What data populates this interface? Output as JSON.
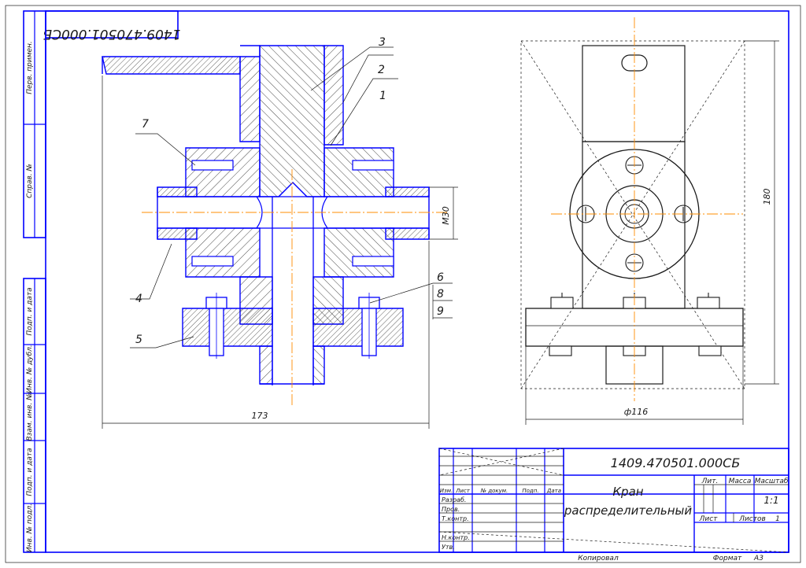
{
  "code_stamp_rotated": "1409.470501.000СБ",
  "left_column": {
    "perv_primen": "Перв. примен.",
    "sprav": "Справ. №",
    "podp_data_1": "Подп. и дата",
    "inv_dubl": "Инв. № дубл.",
    "vzam_inv": "Взам. инв. №",
    "podp_data_2": "Подп. и дата",
    "inv_podl": "Инв. № подл."
  },
  "callouts": [
    "1",
    "2",
    "3",
    "4",
    "5",
    "6",
    "7",
    "8",
    "9"
  ],
  "dimensions": {
    "overall_width": "173",
    "thread": "M30",
    "height": "180",
    "diameter": "ф116"
  },
  "title_block": {
    "designation": "1409.470501.000СБ",
    "name_line1": "Кран",
    "name_line2": "распределительный",
    "lit": "Лит.",
    "massa": "Масса",
    "masshtab": "Масштаб",
    "scale_value": "1:1",
    "list": "Лист",
    "listov": "Листов",
    "listov_value": "1",
    "col_izm": "Изм.",
    "col_list": "Лист",
    "col_ndokum": "№ докум.",
    "col_podp": "Подп.",
    "col_data": "Дата",
    "row_razrab": "Разраб.",
    "row_prov": "Пров.",
    "row_tkontr": "Т.контр.",
    "row_nkontr": "Н.контр.",
    "row_utv": "Утв.",
    "kopiroval": "Копировал",
    "format_label": "Формат",
    "format_value": "А3"
  }
}
